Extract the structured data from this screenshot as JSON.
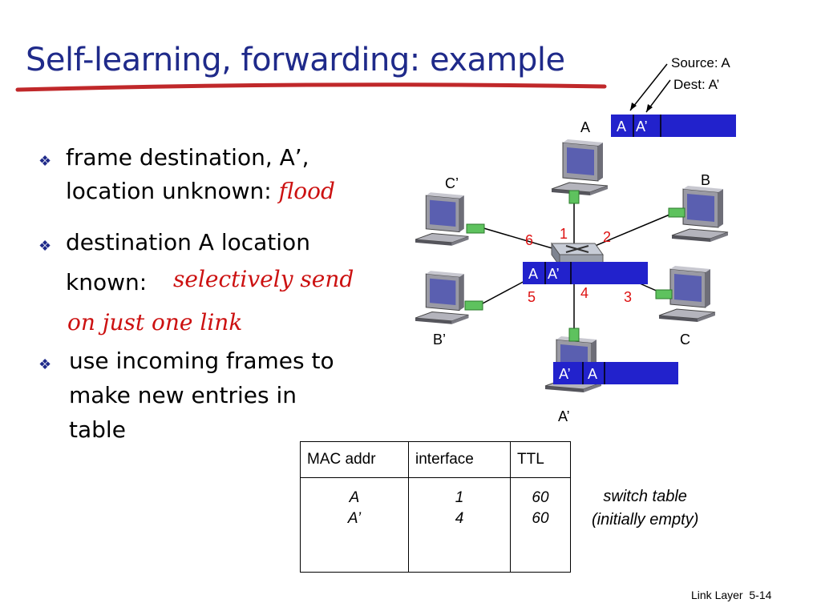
{
  "slide": {
    "title": "Self-learning, forwarding: example",
    "footer": "Link Layer  5-14"
  },
  "bullets": [
    {
      "line1": "frame destination, A’,",
      "line2_prefix": "location unknown:",
      "emphasis": "flood"
    },
    {
      "line1": "destination A location",
      "line2_prefix": "known:",
      "emphasis": "selectively send",
      "emphasis2": "on just one link"
    },
    {
      "line1": "use incoming frames to",
      "line2": "make new entries in",
      "line3": "table"
    }
  ],
  "diagram": {
    "annotations": {
      "source": "Source: A",
      "dest": "Dest: A’"
    },
    "hosts": {
      "A": "A",
      "B": "B",
      "C": "C",
      "A_prime": "A’",
      "B_prime": "B’",
      "C_prime": "C’"
    },
    "interfaces": {
      "i1": "1",
      "i2": "2",
      "i3": "3",
      "i4": "4",
      "i5": "5",
      "i6": "6"
    },
    "frames": {
      "top": {
        "src": "A",
        "dst": "A’"
      },
      "middle": {
        "src": "A",
        "dst": "A’"
      },
      "bottom": {
        "src": "A’",
        "dst": "A"
      }
    },
    "colors": {
      "frame": "#2222cc",
      "link": "#000000",
      "interface_label": "#dd1111",
      "port": "#33aa33"
    }
  },
  "switch_table": {
    "headers": [
      "MAC addr",
      "interface",
      "TTL"
    ],
    "rows": [
      {
        "mac": "A",
        "iface": "1",
        "ttl": "60"
      },
      {
        "mac": "A’",
        "iface": "4",
        "ttl": "60"
      }
    ],
    "note_line1": "switch table",
    "note_line2": "(initially empty)"
  }
}
